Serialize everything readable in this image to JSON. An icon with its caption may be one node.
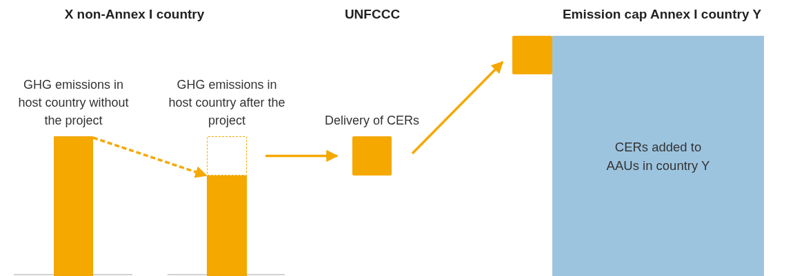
{
  "diagram": {
    "nodes": [
      {
        "text": [],
        "shape": "bar",
        "beside": [
          "GHG emissions in host country without the project"
        ]
      },
      {
        "text": [],
        "shape": "bar"
      },
      {
        "text": [],
        "shape": "box",
        "beside": [
          "GHG emissions in host country after the project"
        ]
      },
      {
        "text": [],
        "shape": "box",
        "beside": [
          "Delivery of CERs"
        ]
      },
      {
        "text": [
          "CERs added to AAUs in country Y"
        ]
      },
      {
        "text": [],
        "shape": "box"
      }
    ],
    "edges": [
      {
        "from": 0,
        "to": 1,
        "arrow": "to",
        "style": "dashed"
      },
      {
        "from": 2,
        "to": 3,
        "arrow": "to"
      },
      {
        "from": 3,
        "to": 5,
        "arrow": "to"
      }
    ],
    "labels": [
      "X non-Annex I country",
      "UNFCCC",
      "Emission cap Annex I country Y"
    ]
  }
}
